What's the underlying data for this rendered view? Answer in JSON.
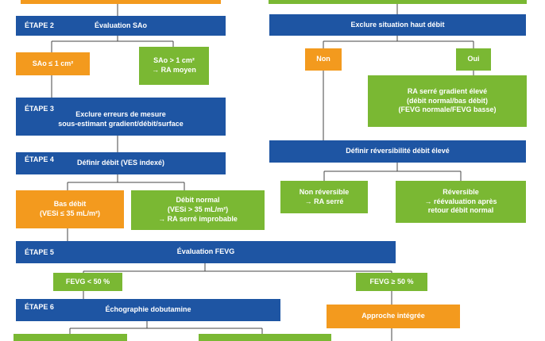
{
  "colors": {
    "blue": "#1e55a3",
    "orange": "#f39a1e",
    "green": "#7ab833",
    "line": "#444444"
  },
  "left": {
    "step2": {
      "label": "ÉTAPE 2",
      "title": "Évaluation SAo"
    },
    "sao_small": "SAo ≤ 1 cm²",
    "sao_large": {
      "line1": "SAo > 1 cm²",
      "line2": "→ RA moyen"
    },
    "step3": {
      "label": "ÉTAPE 3",
      "line1": "Exclure erreurs de mesure",
      "line2": "sous-estimant gradient/débit/surface"
    },
    "step4": {
      "label": "ÉTAPE 4",
      "title": "Définir débit (VES indexé)"
    },
    "low_flow": {
      "line1": "Bas débit",
      "line2": "(VESi ≤ 35 mL/m²)"
    },
    "normal_flow": {
      "line1": "Débit normal",
      "line2": "(VESi > 35 mL/m²)",
      "line3": "→ RA serré improbable"
    },
    "step5": {
      "label": "ÉTAPE 5",
      "title": "Évaluation FEVG"
    },
    "fevg_low": "FEVG < 50 %",
    "fevg_high": "FEVG ≥ 50 %",
    "step6": {
      "label": "ÉTAPE 6",
      "title": "Échographie dobutamine"
    },
    "integrated": "Approche intégrée"
  },
  "right": {
    "exclude_high_flow": "Exclure situation haut débit",
    "non": "Non",
    "oui": "Oui",
    "ra_tight": {
      "line1": "RA serré gradient élevé",
      "line2": "(débit normal/bas débit)",
      "line3": "(FEVG normale/FEVG basse)"
    },
    "define_reversibility": "Définir réversibilité débit élevé",
    "non_reversible": {
      "line1": "Non réversible",
      "line2": "→ RA serré"
    },
    "reversible": {
      "line1": "Réversible",
      "line2": "→ réévaluation après",
      "line3": "retour débit normal"
    }
  }
}
